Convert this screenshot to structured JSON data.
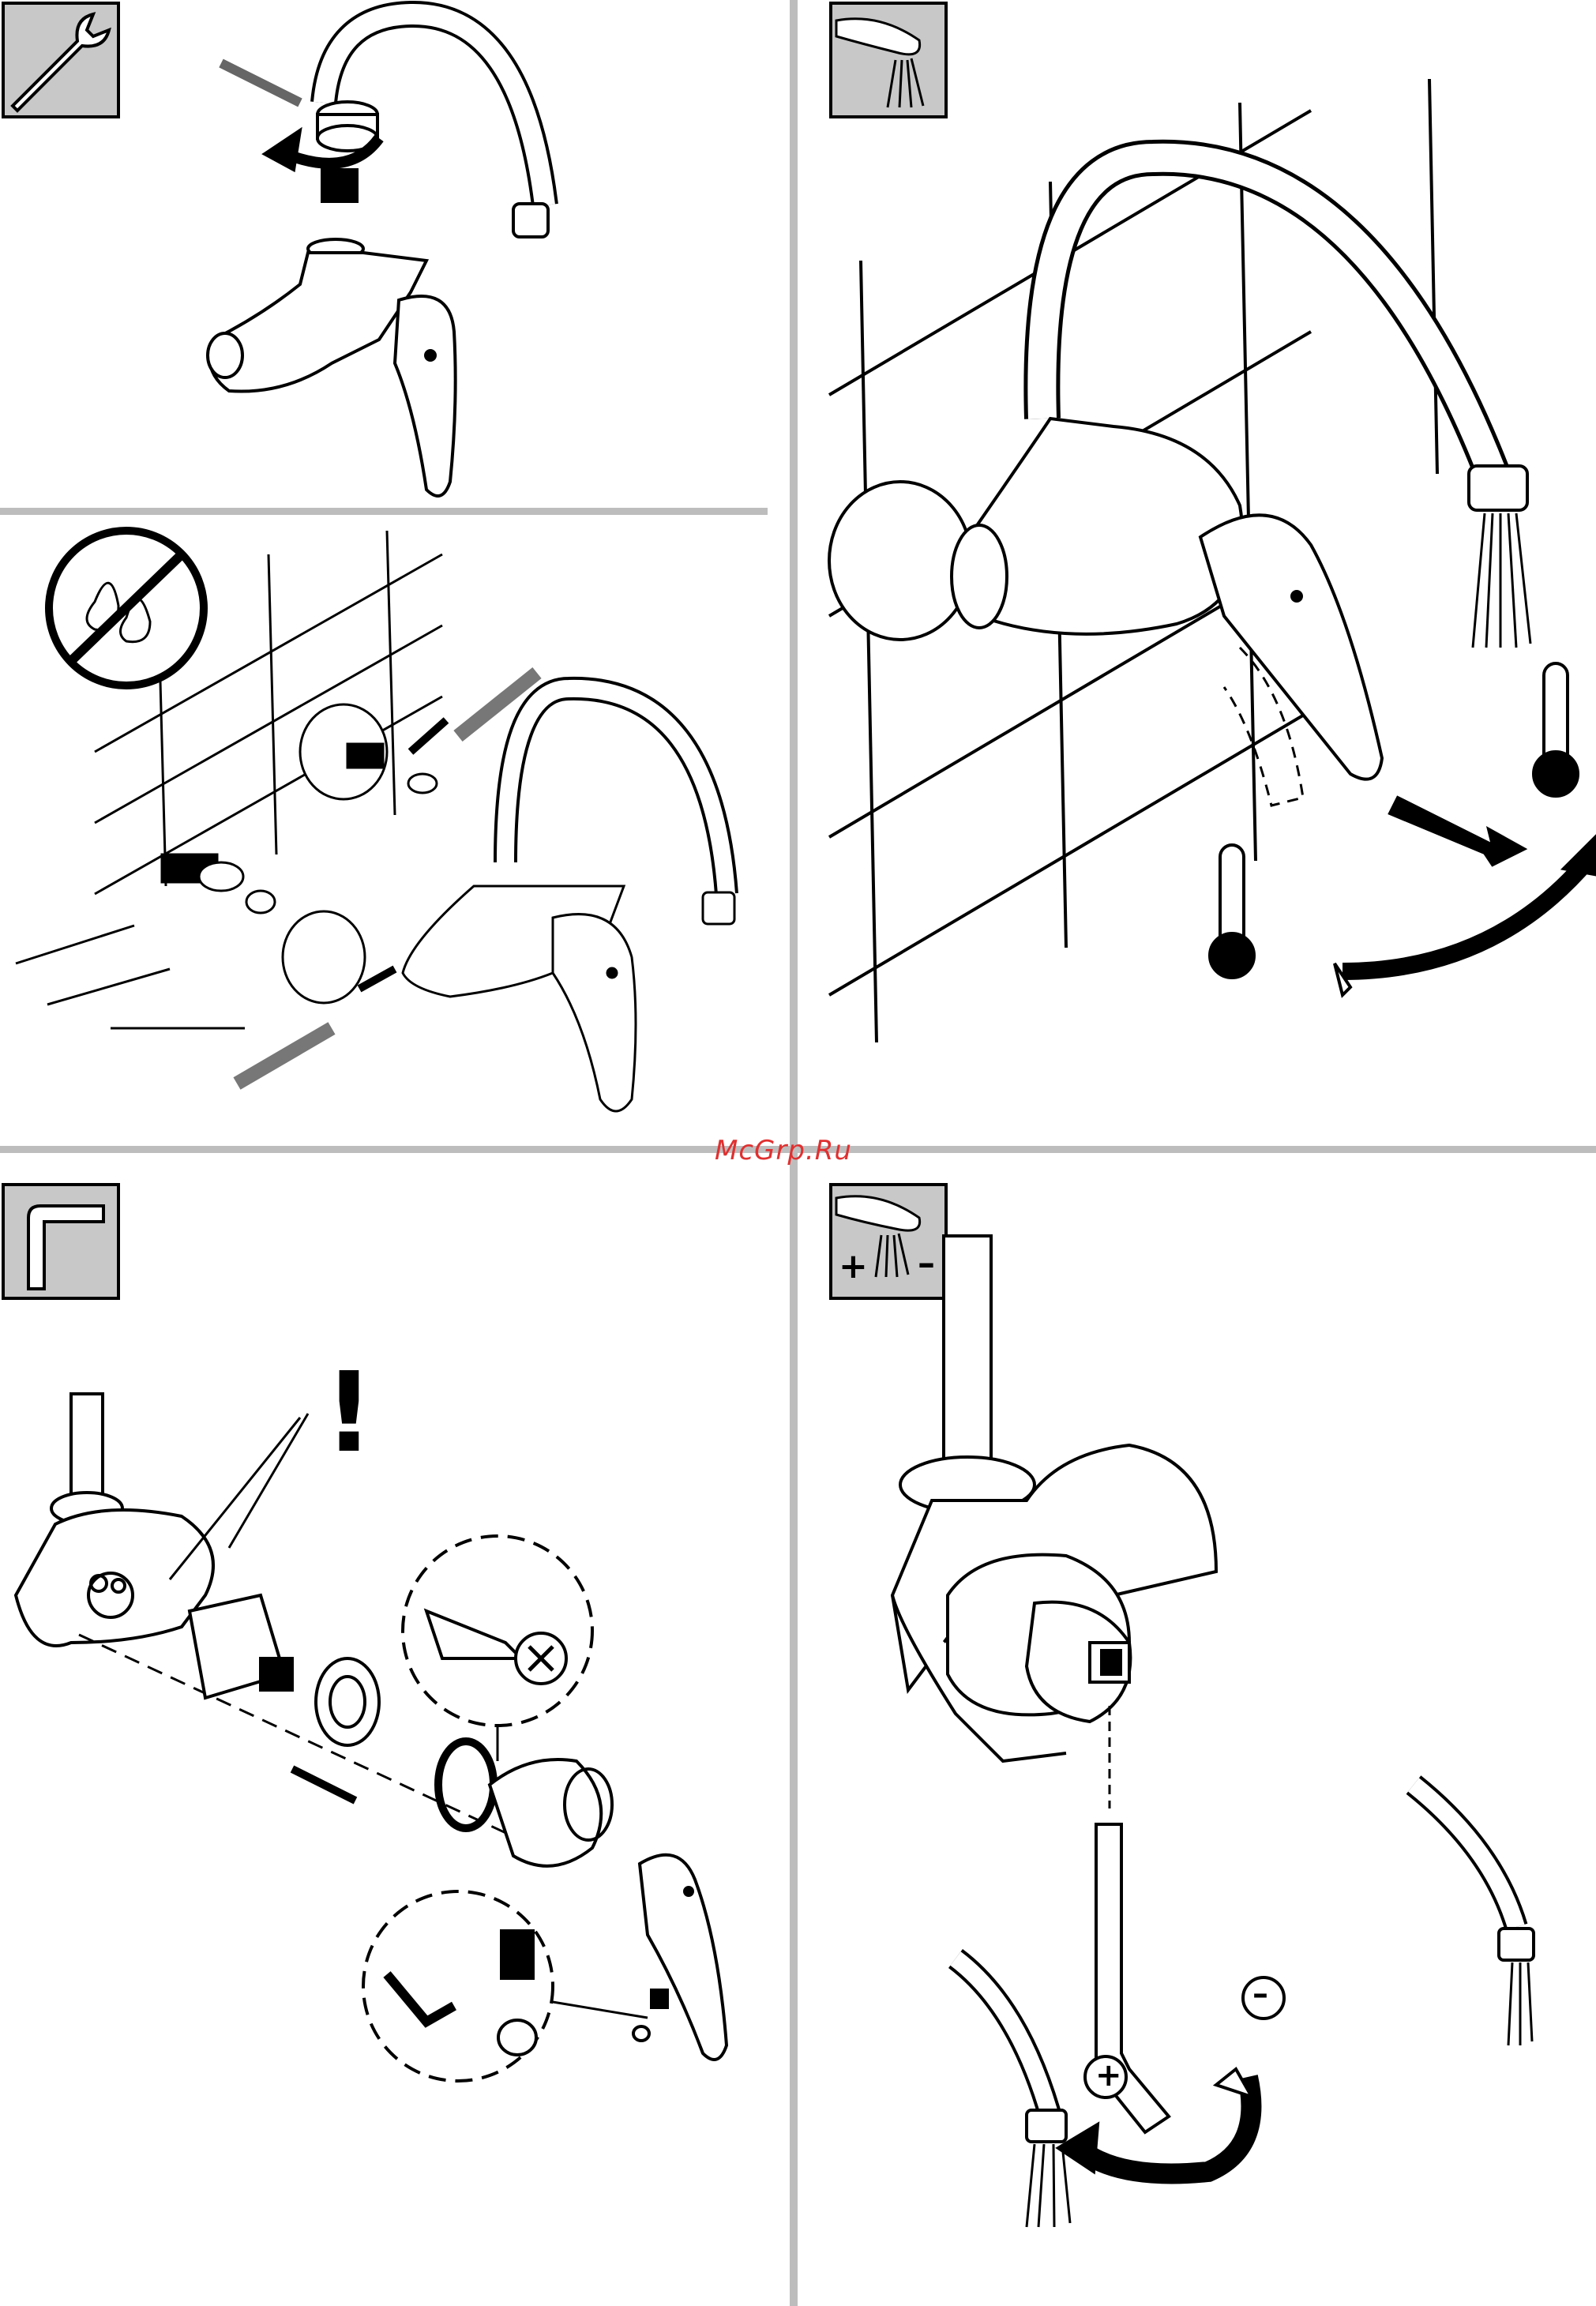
{
  "watermark": {
    "text": "McGrp.Ru",
    "color": "#e03030"
  },
  "panels": [
    {
      "step": "remove-spout",
      "icon": "wrench-icon"
    },
    {
      "step": "wall-mount-install",
      "icon": "no-water-sign-icon"
    },
    {
      "step": "operate-temperature",
      "icon": "water-spray-icon"
    },
    {
      "step": "cartridge-disassembly",
      "icon": "hex-key-icon"
    },
    {
      "step": "temperature-limit-adjust",
      "icon": "spray-adjust-icon"
    }
  ],
  "symbols": {
    "warning": "!",
    "plus": "+",
    "minus": "–",
    "adjust_plus": "+",
    "adjust_minus": "–"
  },
  "colors": {
    "divider": "#bdbdbd",
    "icon_bg": "#c8c8c8",
    "ink": "#000000"
  }
}
